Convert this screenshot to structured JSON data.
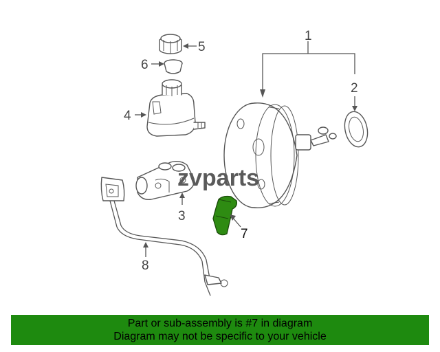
{
  "logo": {
    "text": "zvparts"
  },
  "callouts": [
    {
      "id": "1",
      "label": "1"
    },
    {
      "id": "2",
      "label": "2"
    },
    {
      "id": "3",
      "label": "3"
    },
    {
      "id": "4",
      "label": "4"
    },
    {
      "id": "5",
      "label": "5"
    },
    {
      "id": "6",
      "label": "6"
    },
    {
      "id": "7",
      "label": "7",
      "highlighted": true
    },
    {
      "id": "8",
      "label": "8"
    }
  ],
  "banner": {
    "line1": "Part or sub-assembly is #7 in diagram",
    "line2": "Diagram may not be specific to your vehicle"
  },
  "colors": {
    "highlight": "#2e8b12",
    "banner_bg": "#1e8a0f",
    "line": "#555555"
  }
}
